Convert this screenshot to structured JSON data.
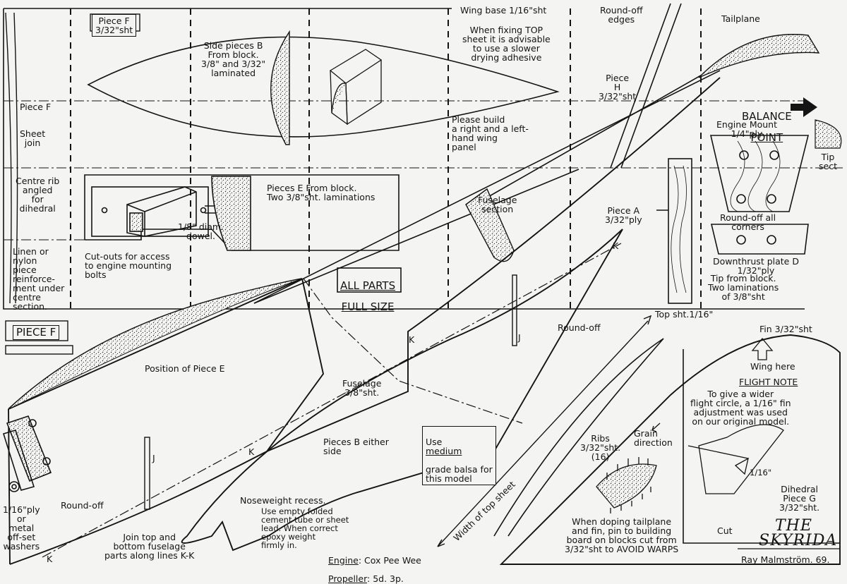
{
  "labels": {
    "piece_f_top": "Piece F\n3/32\"sht",
    "piece_f_mid": "Piece F",
    "piece_f_bottom": "PIECE F",
    "sheet_join": "Sheet\njoin",
    "centre_rib": "Centre rib\nangled\nfor\ndihedral",
    "linen": "Linen or\nnylon\npiece\nreinforce-\nment under\ncentre\nsection.",
    "side_pieces_b": "Side pieces B\nFrom block.\n3/8\" and 3/32\"\nlaminated",
    "wing_base": "Wing base 1/16\"sht",
    "top_sheet_note": "When fixing TOP\nsheet it is advisable\nto use a slower\ndrying adhesive",
    "round_off_edges": "Round-off\nedges",
    "tailplane": "Tailplane",
    "piece_h": "Piece\nH\n3/32\"sht",
    "build_note": "Please build\na right and a left-\nhand wing\npanel",
    "balance_point_1": "BALANCE",
    "balance_point_2": "POINT",
    "engine_mount": "Engine Mount\n1/4\"ply",
    "tip_sect": "Tip\nsect",
    "pieces_e": "Pieces E  From block.\nTwo 3/8\"sht. laminations",
    "dowel": "1/8\" diam.\ndowel.",
    "cutouts": "Cut-outs for access\nto engine mounting\nbolts",
    "fuselage_section": "Fuselage\nsection",
    "piece_a": "Piece A\n3/32\"ply",
    "round_off_corners": "Round-off all\ncorners",
    "downthrust": "Downthrust plate D\n1/32\"ply",
    "tip_from_block": "Tip from block.\nTwo laminations\nof 3/8\"sht",
    "all_parts_1": "ALL PARTS",
    "all_parts_2": "FULL SIZE",
    "top_sht": "Top sht.1/16\"",
    "round_off_mid": "Round-off",
    "fin": "Fin 3/32\"sht",
    "wing_here": "Wing here",
    "position_piece_e": "Position of Piece E",
    "fuselage": "Fuselage\n3/8\"sht.",
    "pieces_b_side": "Pieces B either\nside",
    "use_medium_1": "Use",
    "use_medium_2": "medium",
    "use_medium_3": "grade balsa for\nthis model",
    "ribs": "Ribs\n3/32\"sht.\n(16)",
    "grain": "Grain\ndirection",
    "flight_note_title": "FLIGHT NOTE",
    "flight_note_body": "To give a wider\nflight circle, a 1/16\" fin\nadjustment was used\non our original model.",
    "sixteenth": "1/16\"",
    "cut": "Cut",
    "dihedral": "Dihedral\nPiece G\n3/32\"sht.",
    "washers": "1/16\"ply\nor\nmetal\noff-set\nwashers",
    "round_off_left": "Round-off",
    "noseweight": "Noseweight recess.",
    "noseweight_body": "Use empty folded\ncement tube  or sheet\nlead. When correct\nepoxy weight\nfirmly in.",
    "join_top": "Join top and\nbottom fuselage\nparts along lines K-K",
    "width_top_sheet": "Width of top sheet",
    "doping_note": "When doping tailplane\nand fin, pin to building\nboard on blocks cut from\n3/32\"sht to AVOID WARPS",
    "engine_label": "Engine",
    "engine_value": ": Cox Pee Wee",
    "propeller_label": "Propeller",
    "propeller_value": ":  5d.  3p.",
    "title_1": "THE",
    "title_2": "SKYRIDA",
    "signature": "Ray Malmström. 69.",
    "k": "K",
    "j": "J"
  }
}
